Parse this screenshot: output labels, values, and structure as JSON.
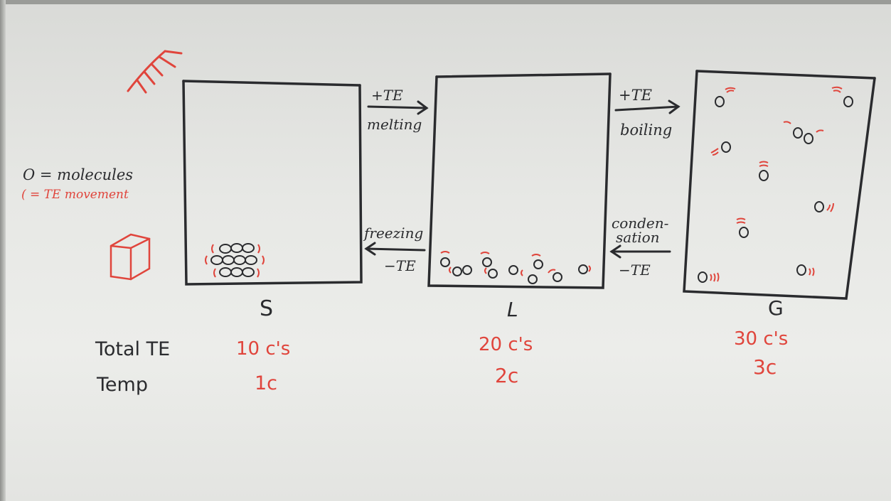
{
  "legend": {
    "molecules": "O = molecules",
    "te_movement": "( = TE movement"
  },
  "transitions": {
    "melting_sign": "+TE",
    "melting": "melting",
    "freezing": "freezing",
    "freezing_sign": "−TE",
    "boiling_sign": "+TE",
    "boiling": "boiling",
    "condensation_1": "conden-",
    "condensation_2": "sation",
    "condensation_sign": "−TE"
  },
  "states": [
    {
      "letter": "S",
      "total_te": "10 c's",
      "temp": "1c"
    },
    {
      "letter": "L",
      "total_te": "20 c's",
      "temp": "2c"
    },
    {
      "letter": "G",
      "total_te": "30 c's",
      "temp": "3c"
    }
  ],
  "row_labels": {
    "total_te": "Total TE",
    "temp": "Temp"
  },
  "colors": {
    "black_marker": "#2a2b2e",
    "red_marker": "#e0453c",
    "board": "#e8e9e6"
  }
}
